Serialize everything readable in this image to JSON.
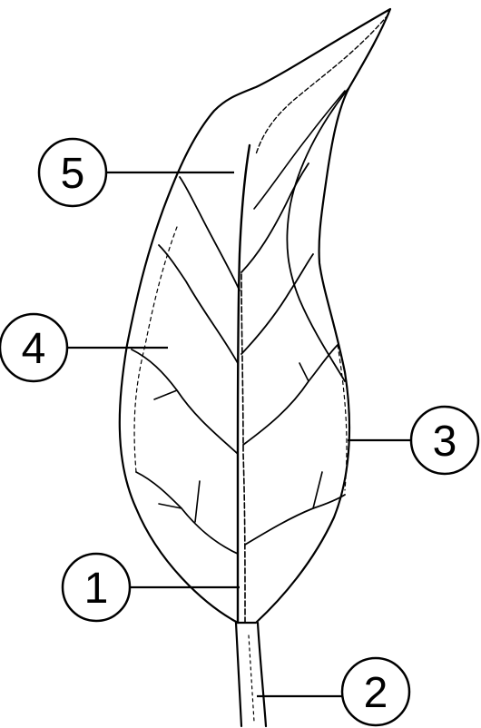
{
  "diagram": {
    "kind": "leaf-structure",
    "labels": [
      {
        "id": "petiole-base",
        "text": "1",
        "line_color": "#000000"
      },
      {
        "id": "petiole",
        "text": "2",
        "line_color": "#000000"
      },
      {
        "id": "leaf-margin",
        "text": "3",
        "line_color": "#000000"
      },
      {
        "id": "lamina",
        "text": "4",
        "line_color": "#000000"
      },
      {
        "id": "vein",
        "text": "5",
        "line_color": "#000000"
      }
    ]
  }
}
